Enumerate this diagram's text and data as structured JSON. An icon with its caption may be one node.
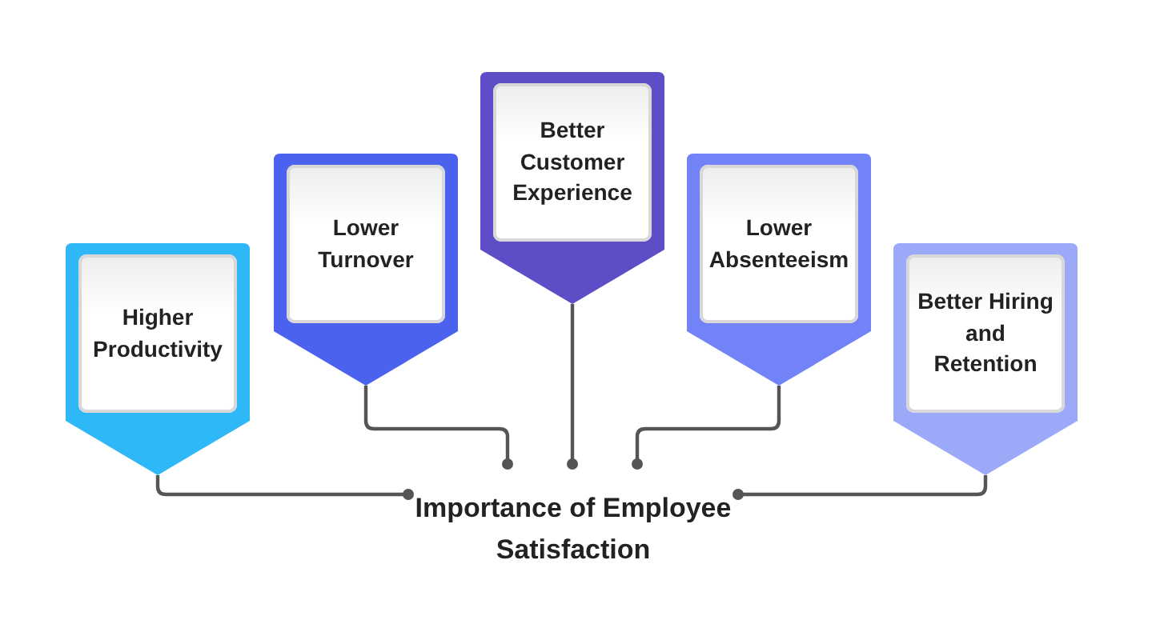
{
  "diagram": {
    "nodes": [
      {
        "text": [
          "Higher Productivity"
        ]
      },
      {
        "text": [
          "Lower Turnover"
        ]
      },
      {
        "text": [
          "Better Customer Experience"
        ]
      },
      {
        "text": [
          "Lower Absenteeism"
        ]
      },
      {
        "text": [
          "Better Hiring and Retention"
        ]
      },
      {
        "text": [
          "Importance of Employee Satisfaction"
        ]
      }
    ],
    "edges": [
      {
        "from": 0,
        "to": 5,
        "arrow": "other"
      },
      {
        "from": 1,
        "to": 5,
        "arrow": "other"
      },
      {
        "from": 2,
        "to": 5,
        "arrow": "other"
      },
      {
        "from": 3,
        "to": 5,
        "arrow": "other"
      },
      {
        "from": 4,
        "to": 5,
        "arrow": "other"
      }
    ]
  }
}
